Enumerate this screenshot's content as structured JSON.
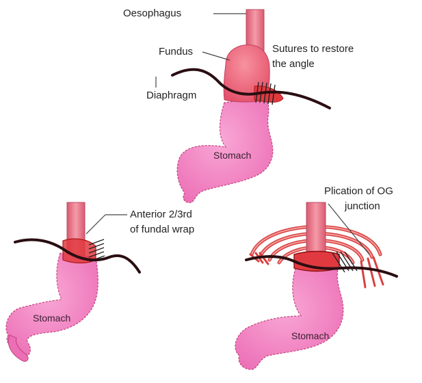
{
  "labels": {
    "oesophagus": "Oesophagus",
    "fundus": "Fundus",
    "sutures": "Sutures to restore",
    "sutures_line2": "the angle",
    "diaphragm": "Diaphragm",
    "stomach_top": "Stomach",
    "anterior": "Anterior 2/3rd",
    "anterior_line2": "of fundal wrap",
    "stomach_left": "Stomach",
    "plication": "Plication of OG",
    "plication_line2": "junction",
    "stomach_right": "Stomach"
  },
  "colors": {
    "stomach_fill": "#f07fc0",
    "stomach_outline": "#c0407a",
    "oesophagus_fill": "#ea7088",
    "fundus_fill": "#f06a80",
    "wrap_red": "#d42020",
    "diaphragm": "#2a0e12",
    "leader_line": "#444444"
  }
}
